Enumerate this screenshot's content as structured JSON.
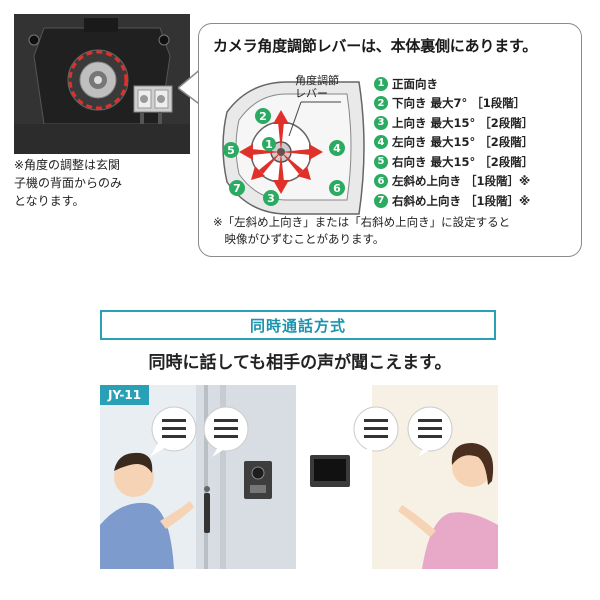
{
  "device": {
    "note": "※角度の調整は玄関\n子機の背面からのみ\nとなります。"
  },
  "callout": {
    "title": "カメラ角度調節レバーは、本体裏側にあります。",
    "lever_label": "角度調節\nレバー",
    "directions": [
      {
        "num": "1",
        "text": "正面向き",
        "step": ""
      },
      {
        "num": "2",
        "text": "下向き 最大7°",
        "step": "［1段階］"
      },
      {
        "num": "3",
        "text": "上向き 最大15°",
        "step": "［2段階］"
      },
      {
        "num": "4",
        "text": "左向き 最大15°",
        "step": "［2段階］"
      },
      {
        "num": "5",
        "text": "右向き 最大15°",
        "step": "［2段階］"
      },
      {
        "num": "6",
        "text": "左斜め上向き",
        "step": "［1段階］※"
      },
      {
        "num": "7",
        "text": "右斜め上向き",
        "step": "［1段階］※"
      }
    ],
    "note": "※「左斜め上向き」または「右斜め上向き」に設定すると\n　映像がひずむことがあります。",
    "diagram_numbers": [
      "1",
      "2",
      "3",
      "4",
      "5",
      "6",
      "7"
    ]
  },
  "section": {
    "label": "同時通話方式",
    "subtitle": "同時に話しても相手の声が聞こえます。"
  },
  "illustration": {
    "model": "JY-11"
  },
  "colors": {
    "accent_teal": "#2aa0b6",
    "badge_green": "#2bab61",
    "arrow_red": "#e0302a"
  }
}
